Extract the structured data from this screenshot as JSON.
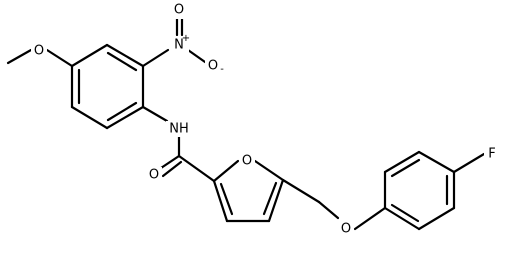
{
  "molecule": {
    "atom_labels": {
      "methoxy_oxygen": "O",
      "nitro_nitrogen": "N",
      "nitro_nitrogen_charge": "+",
      "nitro_oxygen_top": "O",
      "nitro_oxygen_right": "O",
      "nitro_oxygen_right_charge": "-",
      "amide_nh": "NH",
      "carbonyl_oxygen": "O",
      "furan_oxygen": "O",
      "ether_oxygen": "O",
      "fluorine": "F"
    }
  }
}
